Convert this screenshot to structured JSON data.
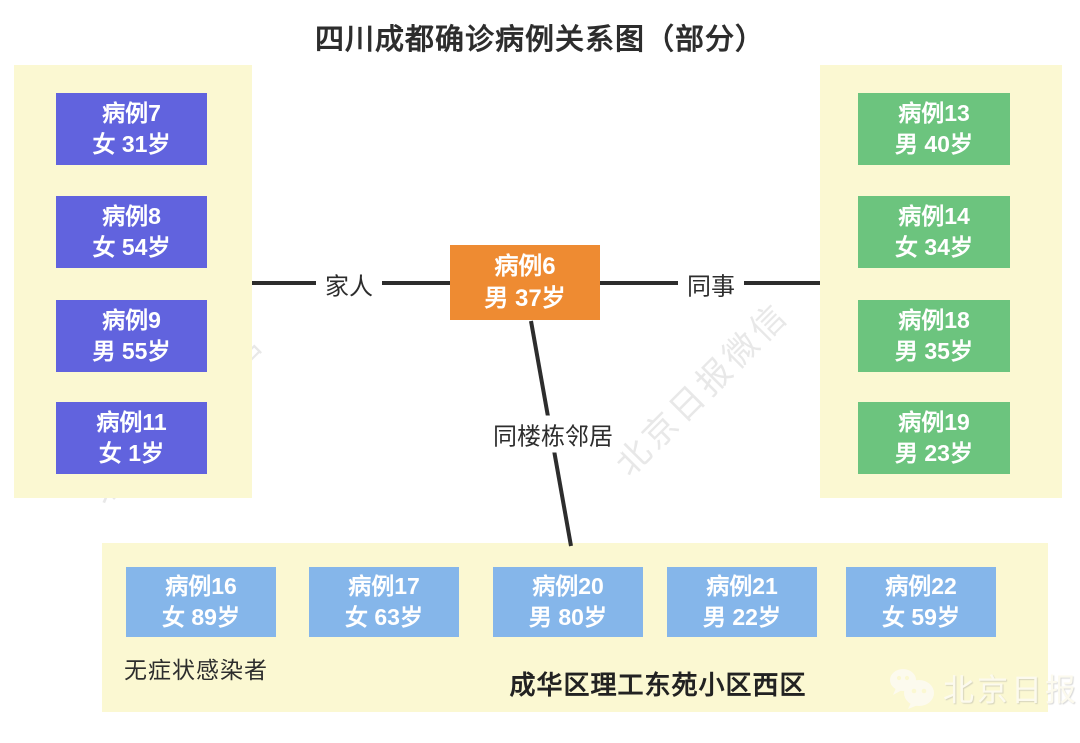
{
  "title": "四川成都确诊病例关系图（部分）",
  "colors": {
    "panel_bg": "#FBF8D2",
    "family_node": "#6163DE",
    "colleague_node": "#6CC47E",
    "neighbor_node": "#85B6EA",
    "center_node": "#EE8B32",
    "line": "#2D2D2D",
    "text_dark": "#2D2D2D",
    "node_text": "#FFFFFF",
    "watermark_gray": "#D9D9D9",
    "watermark_cream": "#FCFAEE"
  },
  "center": {
    "name": "病例6",
    "detail": "男 37岁"
  },
  "edges": {
    "family": "家人",
    "colleague": "同事",
    "neighbor": "同楼栋邻居"
  },
  "family_cases": [
    {
      "name": "病例7",
      "detail": "女 31岁"
    },
    {
      "name": "病例8",
      "detail": "女 54岁"
    },
    {
      "name": "病例9",
      "detail": "男 55岁"
    },
    {
      "name": "病例11",
      "detail": "女 1岁"
    }
  ],
  "colleague_cases": [
    {
      "name": "病例13",
      "detail": "男 40岁"
    },
    {
      "name": "病例14",
      "detail": "女 34岁"
    },
    {
      "name": "病例18",
      "detail": "男 35岁"
    },
    {
      "name": "病例19",
      "detail": "男 23岁"
    }
  ],
  "neighbor_cases": [
    {
      "name": "病例16",
      "detail": "女 89岁"
    },
    {
      "name": "病例17",
      "detail": "女 63岁"
    },
    {
      "name": "病例20",
      "detail": "男 80岁"
    },
    {
      "name": "病例21",
      "detail": "男 22岁"
    },
    {
      "name": "病例22",
      "detail": "女 59岁"
    }
  ],
  "notes": {
    "asymptomatic": "无症状感染者",
    "location": "成华区理工东苑小区西区"
  },
  "watermarks": {
    "diagonal": "北京日报微信",
    "corner": "北京日报"
  }
}
